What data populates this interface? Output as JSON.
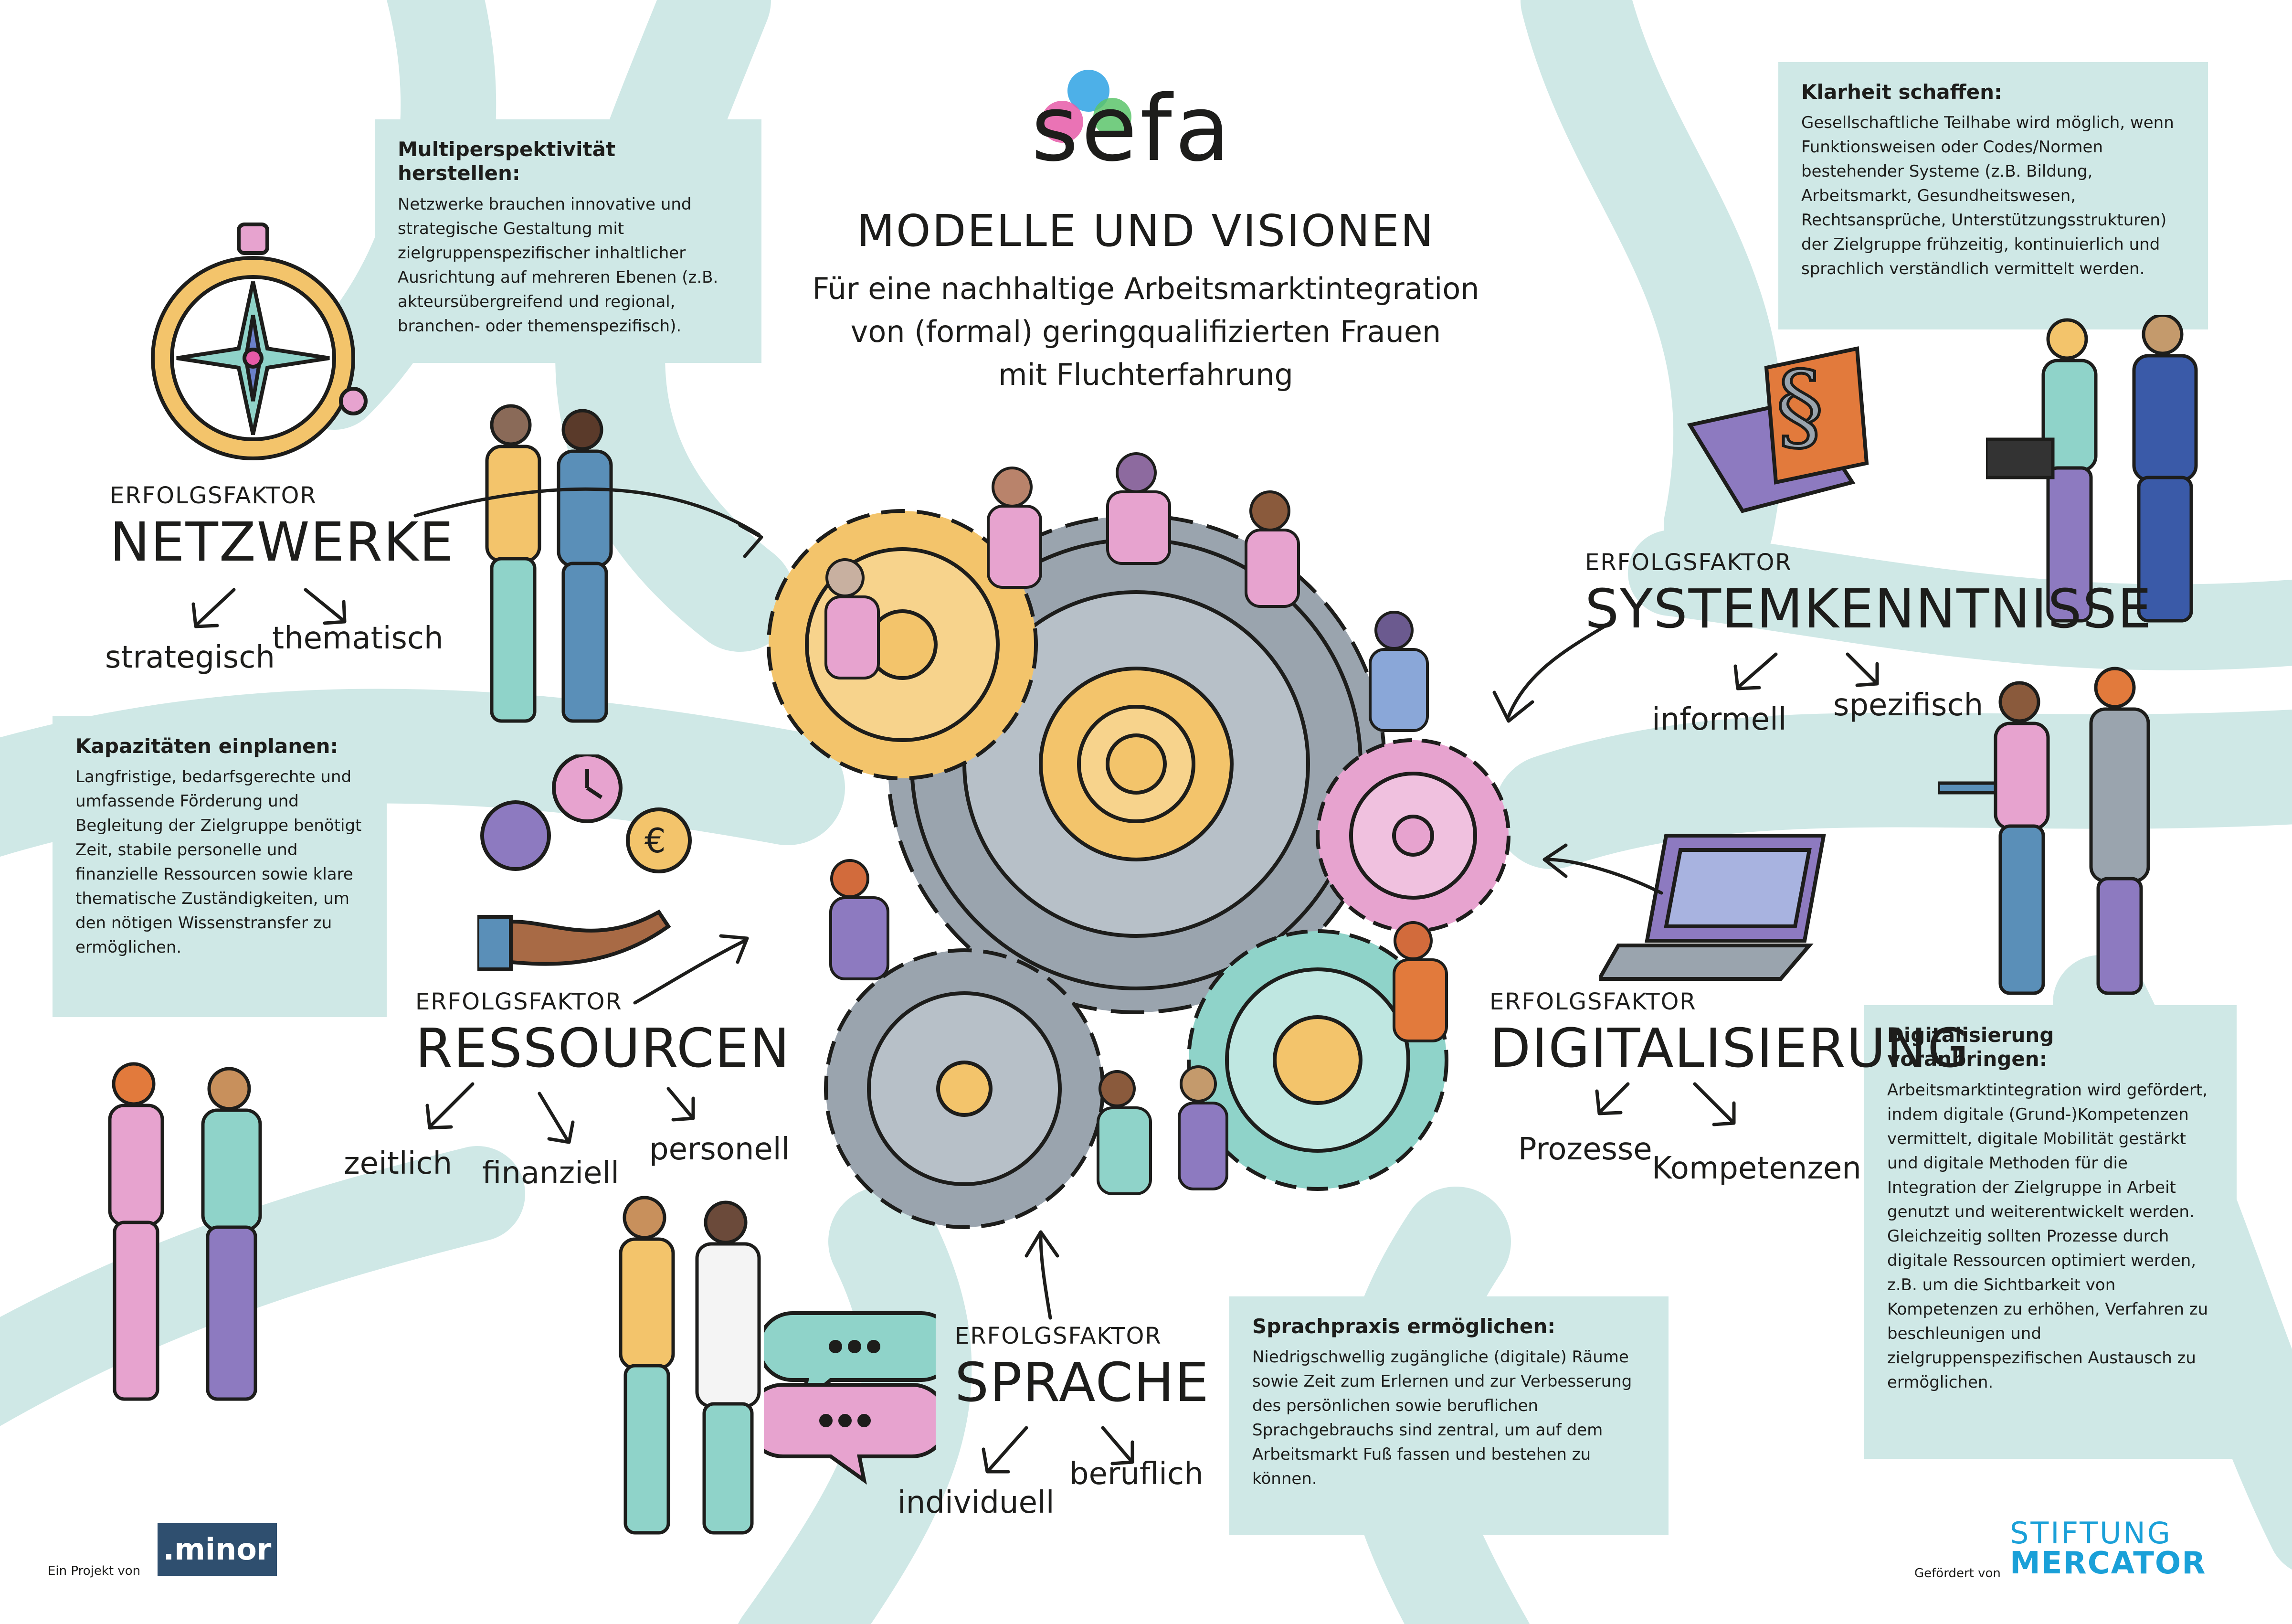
{
  "logo": {
    "text": "sefa"
  },
  "header": {
    "title": "MODELLE UND VISIONEN",
    "subtitle_lines": [
      "Für eine nachhaltige Arbeitsmarktintegration",
      "von (formal) geringqualifizierten Frauen",
      "mit Fluchterfahrung"
    ]
  },
  "boxes": {
    "multiperspektive": {
      "title": "Multiperspektivität herstellen:",
      "text": "Netzwerke brauchen innovative und strategische Gestaltung mit zielgruppenspezifischer inhaltlicher Ausrichtung auf mehreren Ebenen (z.B. akteursübergreifend und regional, branchen- oder themenspezifisch)."
    },
    "klarheit": {
      "title": "Klarheit schaffen:",
      "text": "Gesellschaftliche Teilhabe wird möglich, wenn Funktionsweisen oder Codes/Normen bestehender Systeme (z.B. Bildung, Arbeitsmarkt, Gesundheitswesen, Rechtsansprüche, Unterstützungsstrukturen) der Zielgruppe frühzeitig, kontinuierlich und sprachlich verständlich vermittelt werden."
    },
    "kapazitaeten": {
      "title": "Kapazitäten einplanen:",
      "text": "Langfristige, bedarfsgerechte und umfassende Förderung und Begleitung der Zielgruppe benötigt Zeit, stabile personelle und finanzielle Ressourcen sowie klare thematische Zuständigkeiten, um den nötigen Wissenstransfer zu ermöglichen."
    },
    "digitalisierung": {
      "title": "Digitalisierung voranbringen:",
      "text": "Arbeitsmarktintegration wird gefördert, indem digitale (Grund-)Kompetenzen vermittelt, digitale Mobilität gestärkt und digitale Methoden für die Integration der Zielgruppe in Arbeit genutzt und weiterentwickelt werden. Gleichzeitig sollten Prozesse durch digitale Ressourcen optimiert werden, z.B. um die Sichtbarkeit von Kompetenzen zu erhöhen, Verfahren zu beschleunigen und zielgruppenspezifischen Austausch zu ermöglichen."
    },
    "sprachpraxis": {
      "title": "Sprachpraxis ermöglichen:",
      "text": "Niedrigschwellig zugängliche (digitale) Räume sowie Zeit zum Erlernen und zur Verbesserung des persönlichen sowie beruflichen Sprachgebrauchs sind zentral, um auf dem Arbeitsmarkt Fuß fassen und bestehen zu können."
    }
  },
  "factors": {
    "netzwerke": {
      "label": "ERFOLGSFAKTOR",
      "name": "NETZWERKE",
      "items": [
        "strategisch",
        "thematisch"
      ]
    },
    "systemkenntnisse": {
      "label": "ERFOLGSFAKTOR",
      "name": "SYSTEMKENNTNISSE",
      "items": [
        "informell",
        "spezifisch"
      ]
    },
    "ressourcen": {
      "label": "ERFOLGSFAKTOR",
      "name": "RESSOURCEN",
      "items": [
        "zeitlich",
        "finanziell",
        "personell"
      ]
    },
    "digitalisierung": {
      "label": "ERFOLGSFAKTOR",
      "name": "DIGITALISIERUNG",
      "items": [
        "Prozesse",
        "Kompetenzen"
      ]
    },
    "sprache": {
      "label": "ERFOLGSFAKTOR",
      "name": "SPRACHE",
      "items": [
        "individuell",
        "beruflich"
      ]
    }
  },
  "footer": {
    "left_prefix": "Ein Projekt von",
    "left_logo": ".minor",
    "right_prefix": "Gefördert von",
    "right_logo_line1": "STIFTUNG",
    "right_logo_line2": "MERCATOR"
  },
  "colors": {
    "band": "#cfe8e6",
    "gear_grey": "#9aa4ae",
    "gear_yellow": "#f3c46b",
    "gear_pink": "#e7a3cf",
    "gear_teal": "#8fd3c9",
    "logo_blue": "#3aa7e6",
    "logo_pink": "#e65aa8",
    "logo_green": "#5cc46b",
    "mercator_blue": "#1aa0d8",
    "minor_navy": "#2f4f6f"
  }
}
